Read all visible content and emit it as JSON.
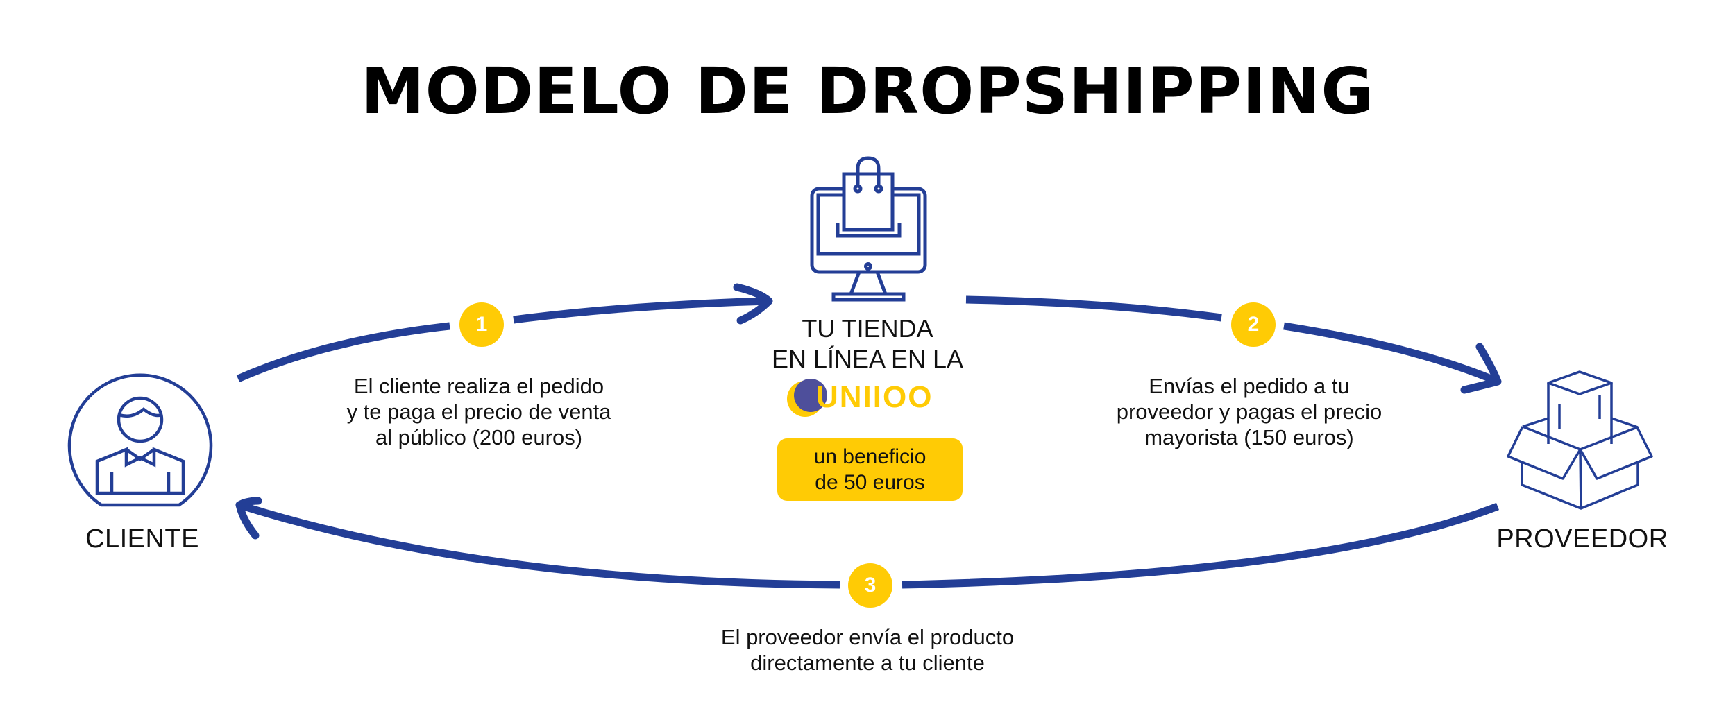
{
  "title": "MODELO DE DROPSHIPPING",
  "colors": {
    "accent_blue": "#233E96",
    "accent_yellow": "#FFCB05",
    "logo_purple": "#4E4F9B",
    "text": "#111111"
  },
  "nodes": {
    "cliente": {
      "label": "CLIENTE",
      "icon": "person-icon"
    },
    "tienda": {
      "label": "TU TIENDA\nEN LÍNEA EN LA",
      "brand": "UNIIOO",
      "icon": "monitor-shopping-bag-icon",
      "profit": "un beneficio\nde 50 euros"
    },
    "proveedor": {
      "label": "PROVEEDOR",
      "icon": "open-box-icon"
    }
  },
  "steps": [
    {
      "number": "1",
      "text": "El cliente realiza el pedido\ny te paga el precio de venta\nal público (200 euros)"
    },
    {
      "number": "2",
      "text": "Envías el pedido a tu\nproveedor y pagas el precio\nmayorista (150 euros)"
    },
    {
      "number": "3",
      "text": "El proveedor envía el producto\ndirectamente a tu cliente"
    }
  ]
}
